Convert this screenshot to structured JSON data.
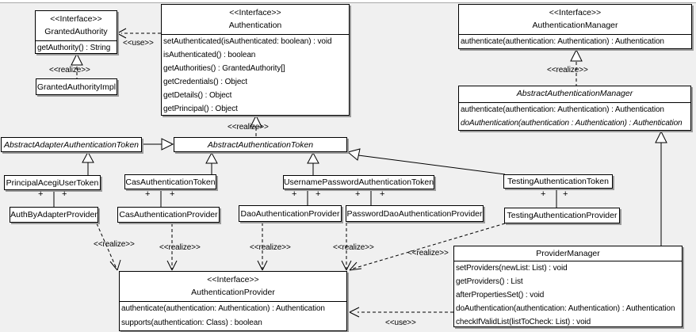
{
  "diagram": {
    "background": "#f0f0f0",
    "box_fill": "#ffffff",
    "line_color": "#000000",
    "shadow_color": "#9b9b9b"
  },
  "labels": {
    "use": "<<use>>",
    "realize": "<<realize>>",
    "plus": "+"
  },
  "classes": {
    "granted_authority": {
      "stereotype": "<<Interface>>",
      "name": "GrantedAuthority",
      "methods": [
        "getAuthority() : String"
      ]
    },
    "granted_authority_impl": {
      "name": "GrantedAuthorityImpl"
    },
    "authentication": {
      "stereotype": "<<Interface>>",
      "name": "Authentication",
      "methods": [
        "setAuthenticated(isAuthenticated: boolean) : void",
        "isAuthenticated() : boolean",
        "getAuthorities() : GrantedAuthority[]",
        "getCredentials() : Object",
        "getDetails() : Object",
        "getPrincipal() : Object"
      ]
    },
    "authentication_manager": {
      "stereotype": "<<Interface>>",
      "name": "AuthenticationManager",
      "methods": [
        "authenticate(authentication: Authentication) : Authentication"
      ]
    },
    "abstract_authentication_manager": {
      "name": "AbstractAuthenticationManager",
      "methods": [
        "authenticate(authentication: Authentication) : Authentication",
        "doAuthentication(authentication : Authentication) : Authentication"
      ]
    },
    "abstract_adapter_authentication_token": {
      "name": "AbstractAdapterAuthenticationToken"
    },
    "abstract_authentication_token": {
      "name": "AbstractAuthenticationToken"
    },
    "principal_acegi_user_token": {
      "name": "PrincipalAcegiUserToken"
    },
    "cas_authentication_token": {
      "name": "CasAuthenticationToken"
    },
    "username_password_authentication_token": {
      "name": "UsernamePasswordAuthenticationToken"
    },
    "testing_authentication_token": {
      "name": "TestingAuthenticationToken"
    },
    "auth_by_adapter_provider": {
      "name": "AuthByAdapterProvider"
    },
    "cas_authentication_provider": {
      "name": "CasAuthenticationProvider"
    },
    "dao_authentication_provider": {
      "name": "DaoAuthenticationProvider"
    },
    "password_dao_authentication_provider": {
      "name": "PasswordDaoAuthenticationProvider"
    },
    "testing_authentication_provider": {
      "name": "TestingAuthenticationProvider"
    },
    "provider_manager": {
      "name": "ProviderManager",
      "methods": [
        "setProviders(newList: List) : void",
        "getProviders() : List",
        "afterPropertiesSet() : void",
        "doAuthentication(authentication: Authentication) : Authentication",
        "checkIfValidList(listToCheck: List) : void"
      ]
    },
    "authentication_provider": {
      "stereotype": "<<Interface>>",
      "name": "AuthenticationProvider",
      "methods": [
        "authenticate(authentication: Authentication) : Authentication",
        "supports(authentication: Class) : boolean"
      ]
    }
  }
}
